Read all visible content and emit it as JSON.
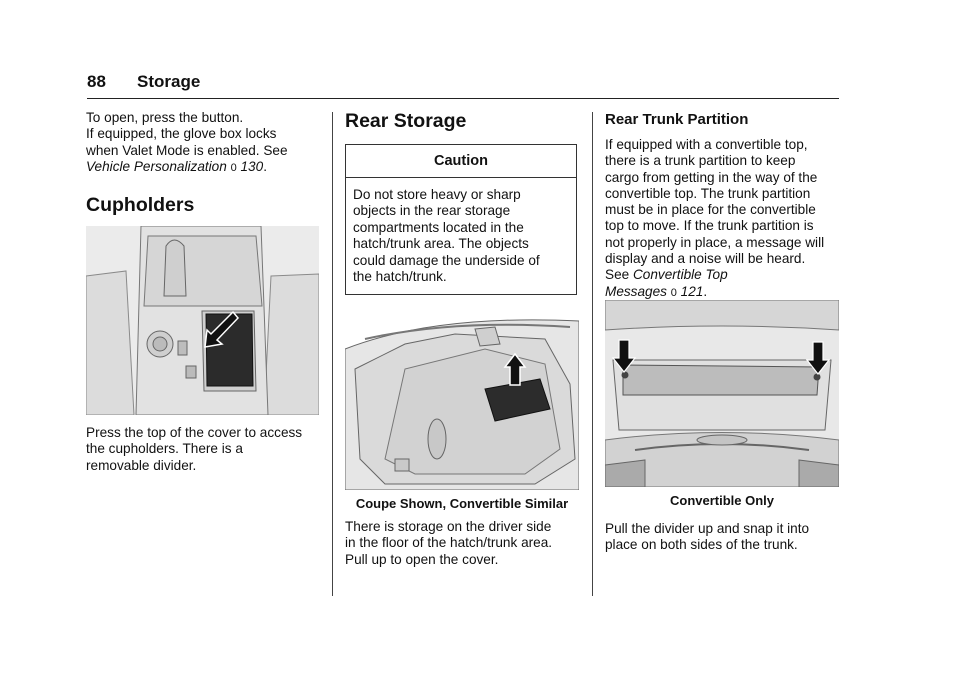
{
  "header": {
    "page_number": "88",
    "title": "Storage"
  },
  "col1": {
    "intro_line1": "To open, press the button.",
    "intro_line2": "If equipped, the glove box locks",
    "intro_line3": "when Valet Mode is enabled. See",
    "intro_ref": "Vehicle Personalization",
    "intro_ref_icon": "0",
    "intro_ref_page": "130",
    "intro_end": ".",
    "heading": "Cupholders",
    "figure_name": "cupholder-illustration",
    "para_line1": "Press the top of the cover to access",
    "para_line2": "the cupholders. There is a",
    "para_line3": "removable divider."
  },
  "col2": {
    "heading": "Rear Storage",
    "caution_title": "Caution",
    "caution_lines": [
      "Do not store heavy or sharp",
      "objects in the rear storage",
      "compartments located in the",
      "hatch/trunk area. The objects",
      "could damage the underside of",
      "the hatch/trunk."
    ],
    "figure_caption": "Coupe Shown, Convertible Similar",
    "para_lines": [
      "There is storage on the driver side",
      "in the floor of the hatch/trunk area.",
      "Pull up to open the cover."
    ]
  },
  "col3": {
    "heading": "Rear Trunk Partition",
    "para_lines": [
      "If equipped with a convertible top,",
      "there is a trunk partition to keep",
      "cargo from getting in the way of the",
      "convertible top. The trunk partition",
      "must be in place for the convertible",
      "top to move. If the trunk partition is",
      "not properly in place, a message will",
      "display and a noise will be heard."
    ],
    "see_label": "See",
    "ref_line1": "Convertible Top",
    "ref_line2": "Messages",
    "ref_icon": "0",
    "ref_page": "121",
    "ref_end": ".",
    "figure_caption": "Convertible Only",
    "para2_lines": [
      "Pull the divider up and snap it into",
      "place on both sides of the trunk."
    ]
  },
  "colors": {
    "figure_bg": "#e9e9e9",
    "figure_line": "#6a6a6a",
    "arrow": "#111111"
  }
}
